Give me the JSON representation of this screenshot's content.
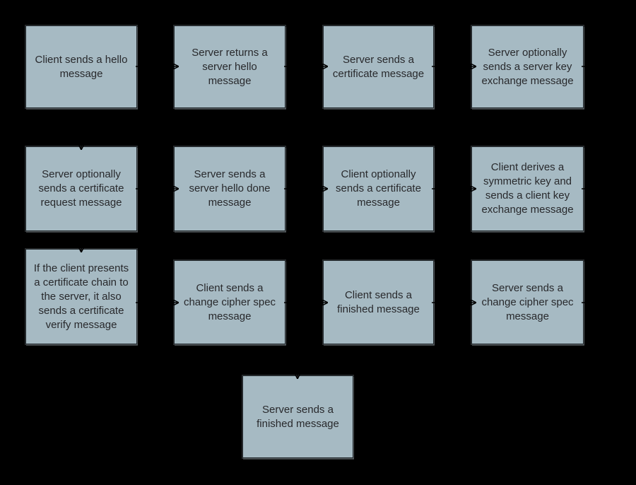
{
  "diagram": {
    "title_hint": "TLS handshake message flow",
    "background": "#000000"
  },
  "palette": {
    "canvas_bg": "#000000",
    "node_fill": "#a6bac3",
    "node_border": "#20262a",
    "node_text": "#28292c",
    "connector": "#000000"
  },
  "nodes": [
    {
      "id": "client-hello",
      "label": "Client sends a hello message"
    },
    {
      "id": "server-hello",
      "label": "Server returns a server hello message"
    },
    {
      "id": "server-certificate",
      "label": "Server sends a certificate message"
    },
    {
      "id": "server-key-exchange",
      "label": "Server optionally sends a server key exchange message"
    },
    {
      "id": "certificate-request",
      "label": "Server optionally sends a certificate request message"
    },
    {
      "id": "server-hello-done",
      "label": "Server sends a server hello done message"
    },
    {
      "id": "client-certificate",
      "label": "Client optionally sends a certificate message"
    },
    {
      "id": "client-key-exchange",
      "label": "Client derives a symmetric key and sends a client key exchange message"
    },
    {
      "id": "certificate-verify",
      "label": "If the client presents a certificate chain to the server, it also sends a certificate verify message"
    },
    {
      "id": "client-change-cipher",
      "label": "Client sends a change cipher spec message"
    },
    {
      "id": "client-finished",
      "label": "Client sends a finished message"
    },
    {
      "id": "server-change-cipher",
      "label": "Server sends a change cipher spec message"
    },
    {
      "id": "server-finished",
      "label": "Server sends a finished message"
    }
  ],
  "edges": [
    {
      "from": "client-hello",
      "to": "server-hello"
    },
    {
      "from": "server-hello",
      "to": "server-certificate"
    },
    {
      "from": "server-certificate",
      "to": "server-key-exchange"
    },
    {
      "from": "server-key-exchange",
      "to": "certificate-request"
    },
    {
      "from": "certificate-request",
      "to": "server-hello-done"
    },
    {
      "from": "server-hello-done",
      "to": "client-certificate"
    },
    {
      "from": "client-certificate",
      "to": "client-key-exchange"
    },
    {
      "from": "client-key-exchange",
      "to": "certificate-verify"
    },
    {
      "from": "certificate-verify",
      "to": "client-change-cipher"
    },
    {
      "from": "client-change-cipher",
      "to": "client-finished"
    },
    {
      "from": "client-finished",
      "to": "server-change-cipher"
    },
    {
      "from": "server-change-cipher",
      "to": "server-finished"
    }
  ]
}
